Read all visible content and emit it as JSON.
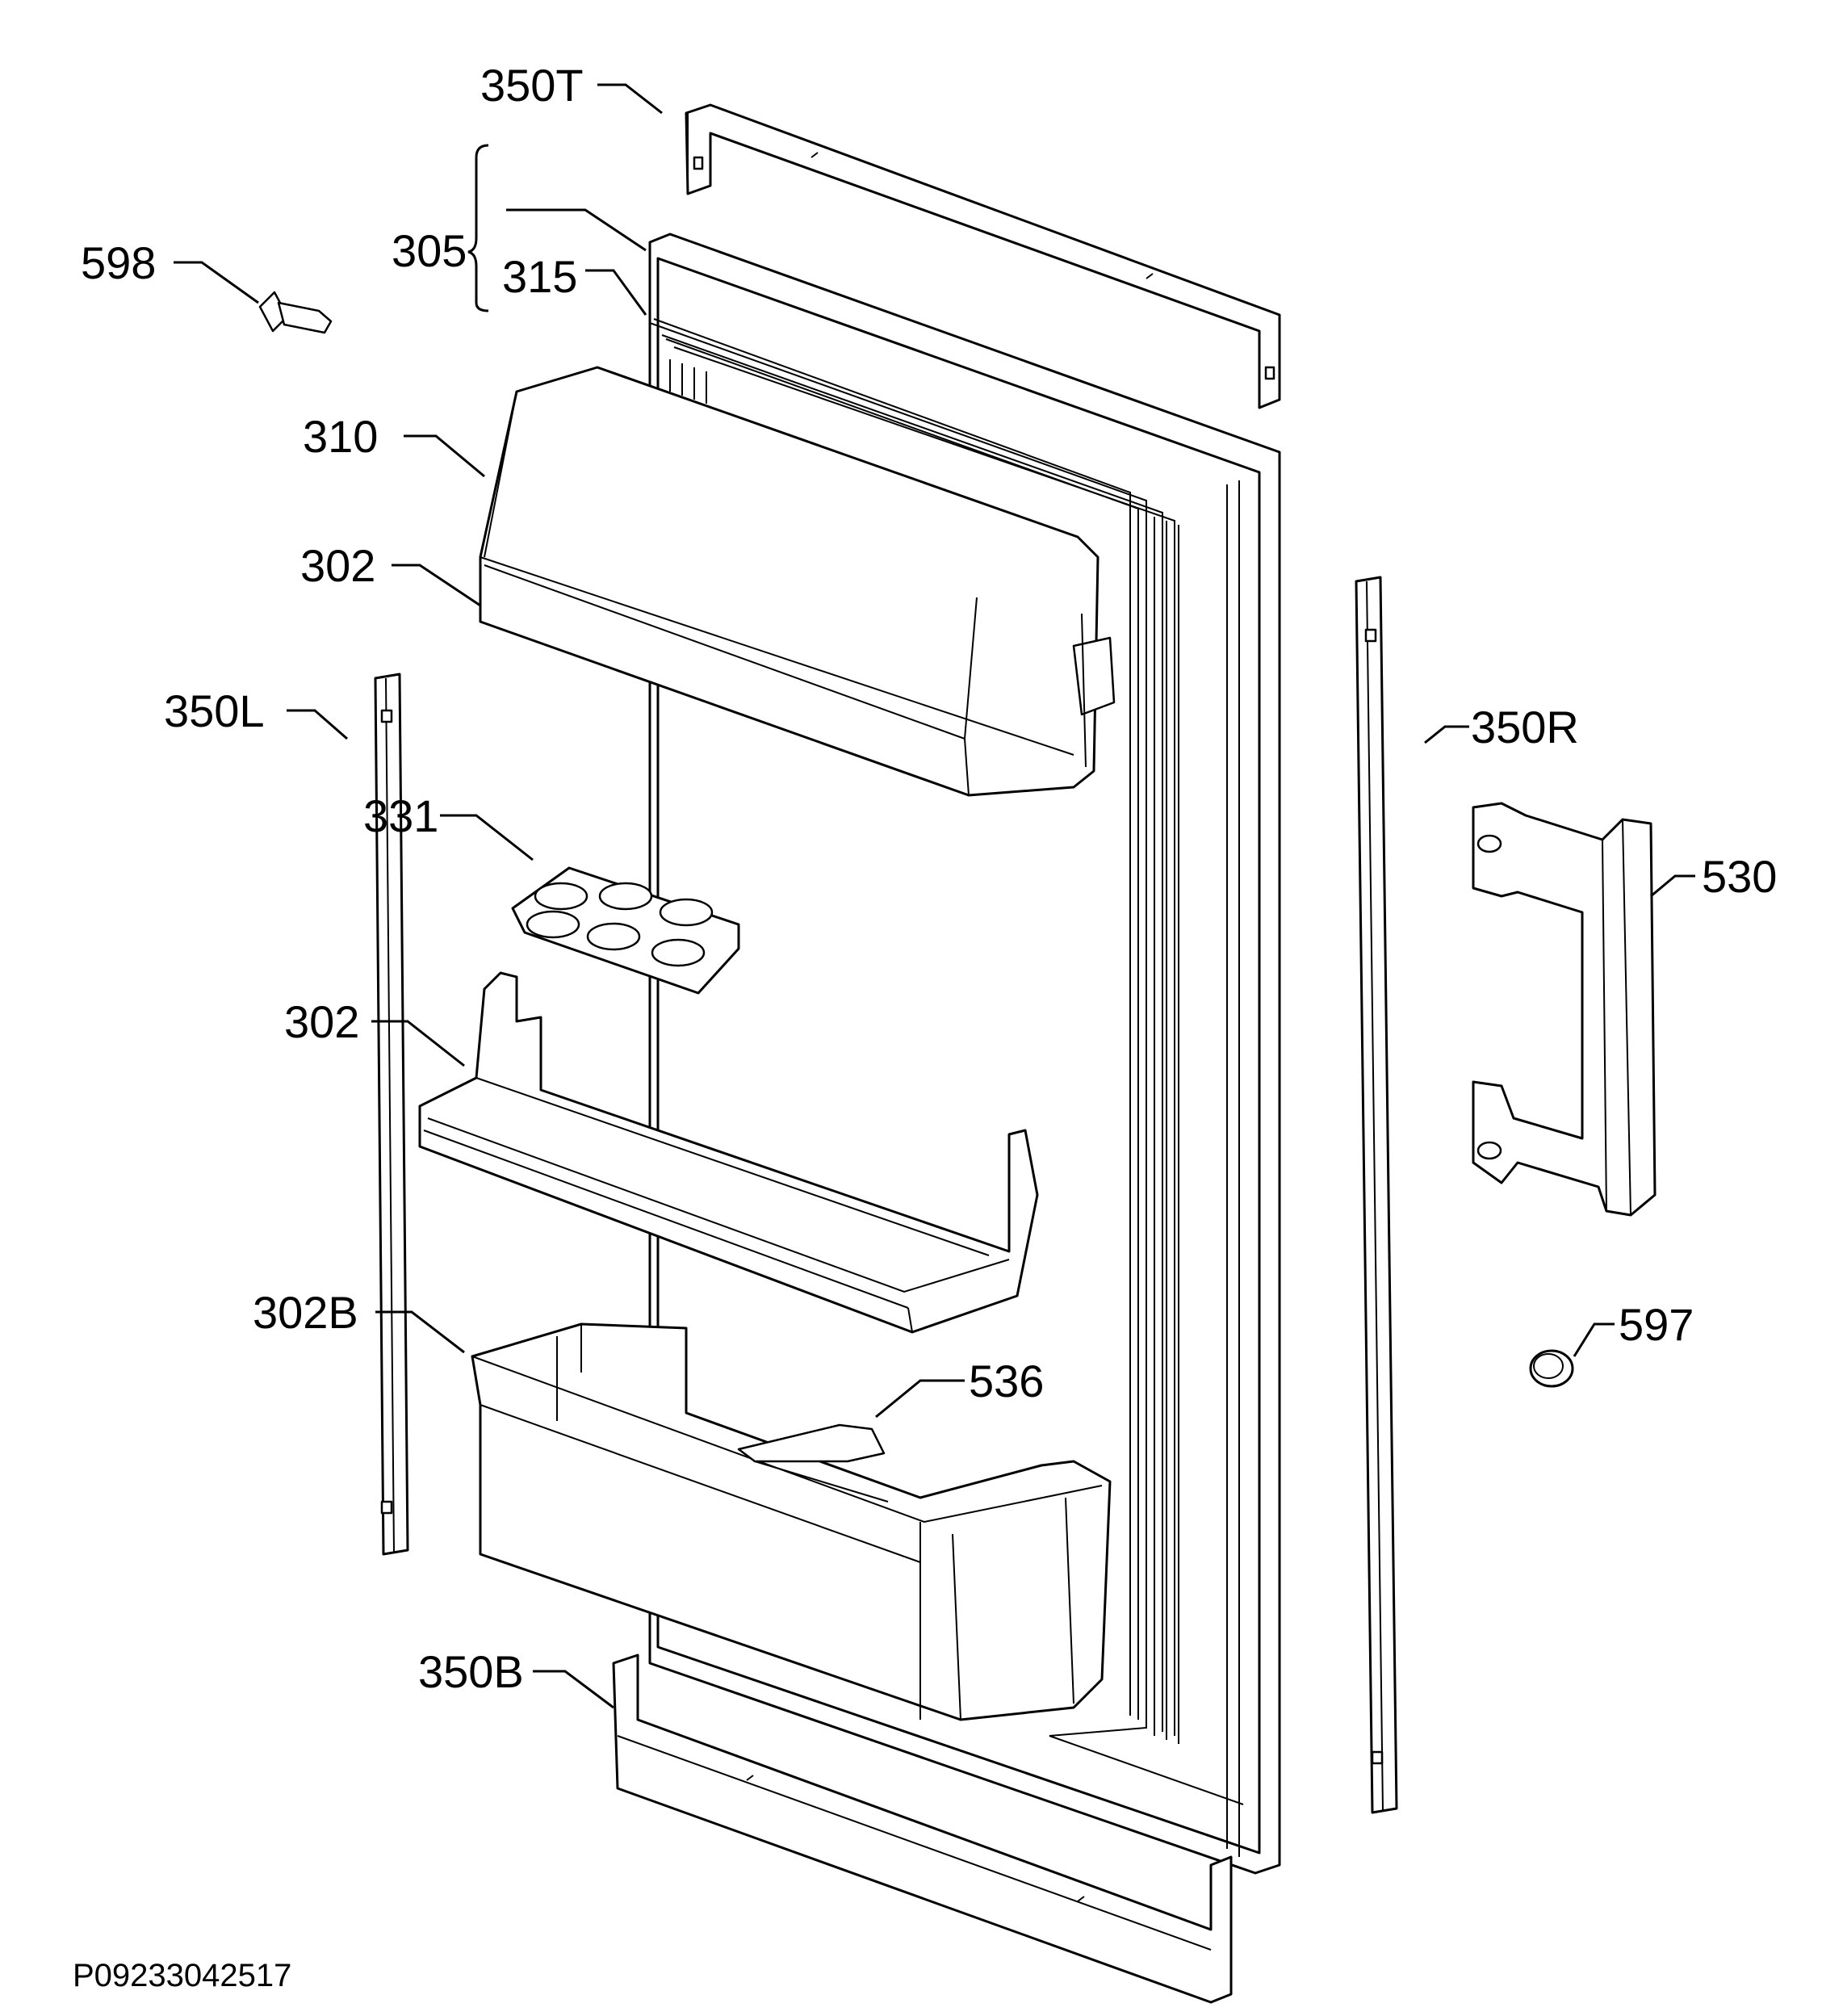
{
  "labels": {
    "l350T": "350T",
    "l305": "305",
    "l315": "315",
    "l598": "598",
    "l310": "310",
    "l302a": "302",
    "l350L": "350L",
    "l331": "331",
    "l302b": "302",
    "l302B": "302B",
    "l536": "536",
    "l350B": "350B",
    "l350R": "350R",
    "l530": "530",
    "l597": "597"
  },
  "drawing_code": "P09233042517"
}
